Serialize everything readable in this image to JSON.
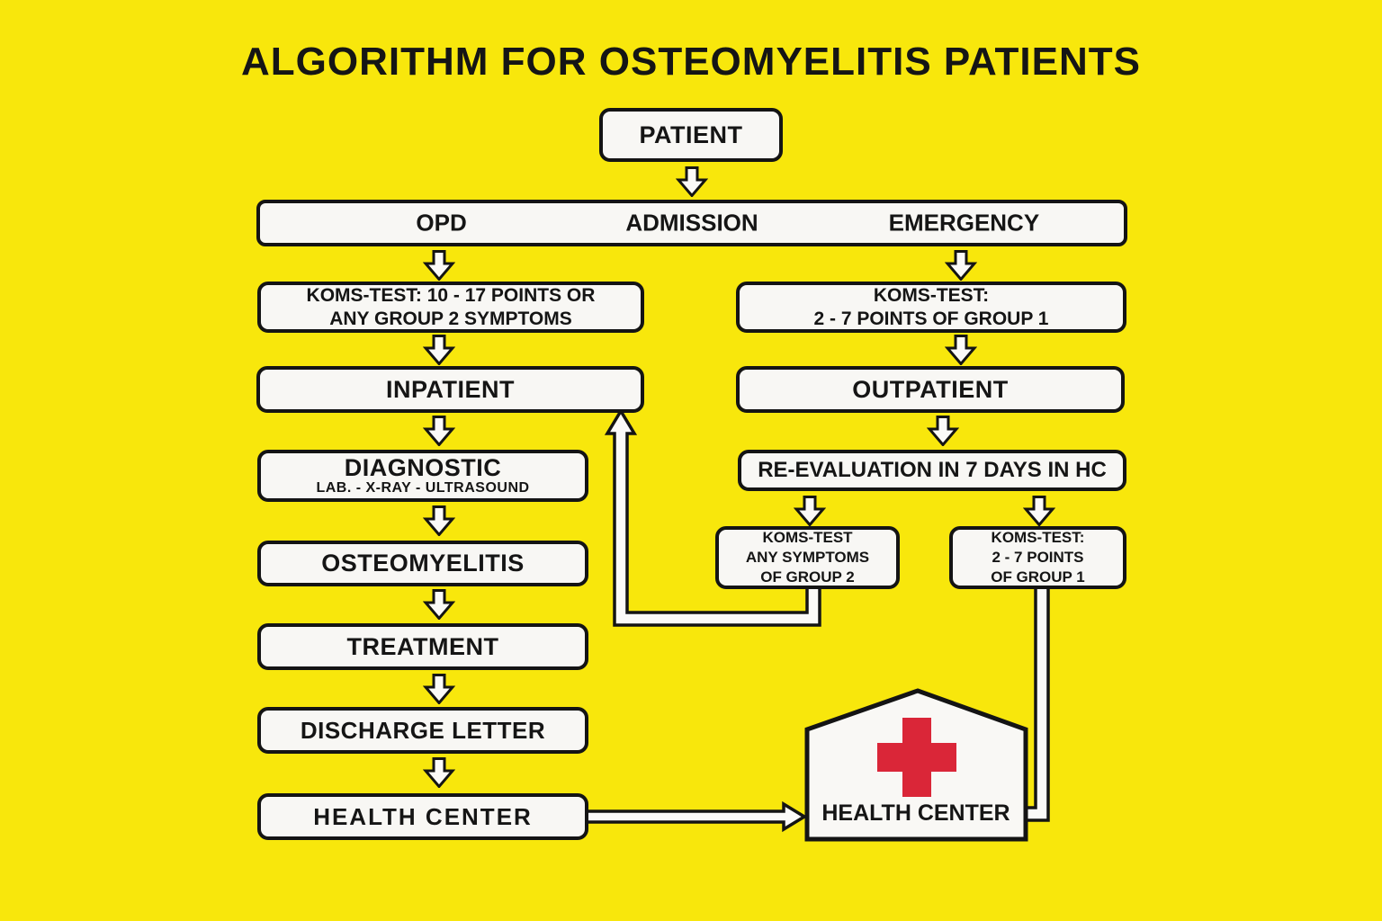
{
  "title": "ALGORITHM FOR OSTEOMYELITIS PATIENTS",
  "colors": {
    "background": "#F8E70C",
    "node_fill": "#F8F7F4",
    "outline": "#141414",
    "text": "#151515",
    "cross_red": "#DA2638"
  },
  "icons": {
    "down_arrow_icon": "outlined block arrow pointing down",
    "up_arrow_icon": "outlined elbow connector arrow pointing up",
    "right_arrow_icon": "outlined block arrow pointing right",
    "red_cross_icon": "red medical cross",
    "health-center-building-icon": "house-shaped pentagon building"
  },
  "nodes": {
    "patient": {
      "label": "PATIENT"
    },
    "entry_bar": {
      "items": [
        {
          "label": "OPD"
        },
        {
          "label": "ADMISSION"
        },
        {
          "label": "EMERGENCY"
        }
      ]
    },
    "koms_left": {
      "line1": "KOMS-TEST: 10 - 17 POINTS OR",
      "line2": "ANY GROUP 2 SYMPTOMS"
    },
    "inpatient": {
      "label": "INPATIENT"
    },
    "diagnostic": {
      "label": "DIAGNOSTIC",
      "sub": "LAB. - X-RAY - ULTRASOUND"
    },
    "osteomyelitis": {
      "label": "OSTEOMYELITIS"
    },
    "treatment": {
      "label": "TREATMENT"
    },
    "discharge_letter": {
      "label": "DISCHARGE LETTER"
    },
    "health_center": {
      "label": "HEALTH CENTER"
    },
    "koms_right": {
      "line1": "KOMS-TEST:",
      "line2": "2 - 7 POINTS OF GROUP 1"
    },
    "outpatient": {
      "label": "OUTPATIENT"
    },
    "re_evaluation": {
      "label": "RE-EVALUATION IN 7 DAYS IN HC"
    },
    "koms_group2": {
      "line1": "KOMS-TEST",
      "line2": "ANY SYMPTOMS",
      "line3": "OF GROUP 2"
    },
    "koms_group1": {
      "line1": "KOMS-TEST:",
      "line2": "2 - 7 POINTS",
      "line3": "OF GROUP 1"
    },
    "health_center_building": {
      "label": "HEALTH CENTER"
    }
  }
}
